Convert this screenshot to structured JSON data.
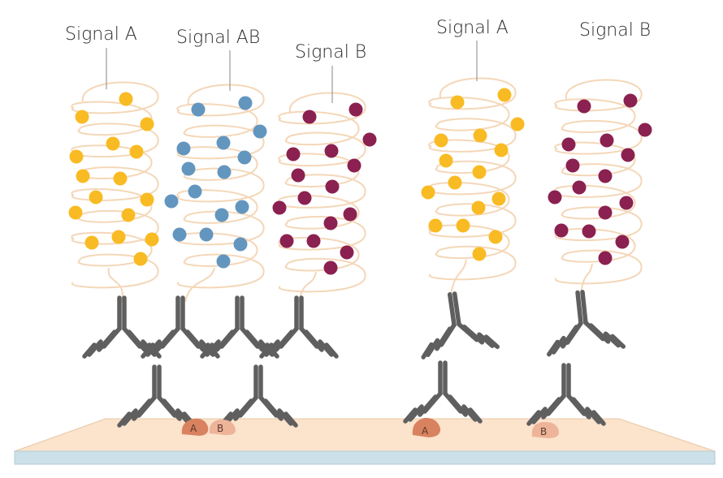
{
  "labels": {
    "signal_a_1": "Signal A",
    "signal_ab": "Signal AB",
    "signal_b_1": "Signal B",
    "signal_a_2": "Signal A",
    "signal_b_2": "Signal B"
  },
  "epitopes": {
    "a": "A",
    "b": "B"
  },
  "colors": {
    "signal_a": "#F9BB23",
    "signal_ab": "#6396BF",
    "signal_b": "#8A2150",
    "strand": "#F4D7B8",
    "antibody": "#5F5F5F",
    "surface_top": "#FBE3CC",
    "surface_front": "#CBE0E8",
    "epitope_a": "#D9825F",
    "epitope_b": "#EDB49A"
  }
}
